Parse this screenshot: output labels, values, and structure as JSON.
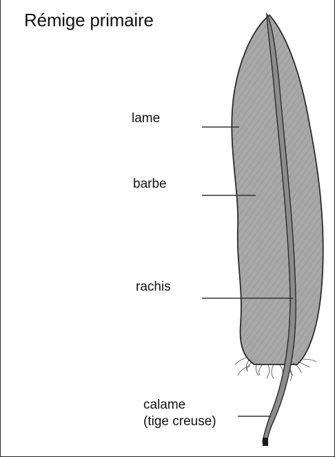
{
  "title": "Rémige primaire",
  "labels": {
    "lame": "lame",
    "barbe": "barbe",
    "rachis": "rachis",
    "calame_line1": "calame",
    "calame_line2": "(tige creuse)"
  },
  "colors": {
    "vane_fill": "#a8a8a8",
    "outline": "#2a2a2a",
    "rachis_fill": "#8c8c8c",
    "leader": "#333333"
  }
}
